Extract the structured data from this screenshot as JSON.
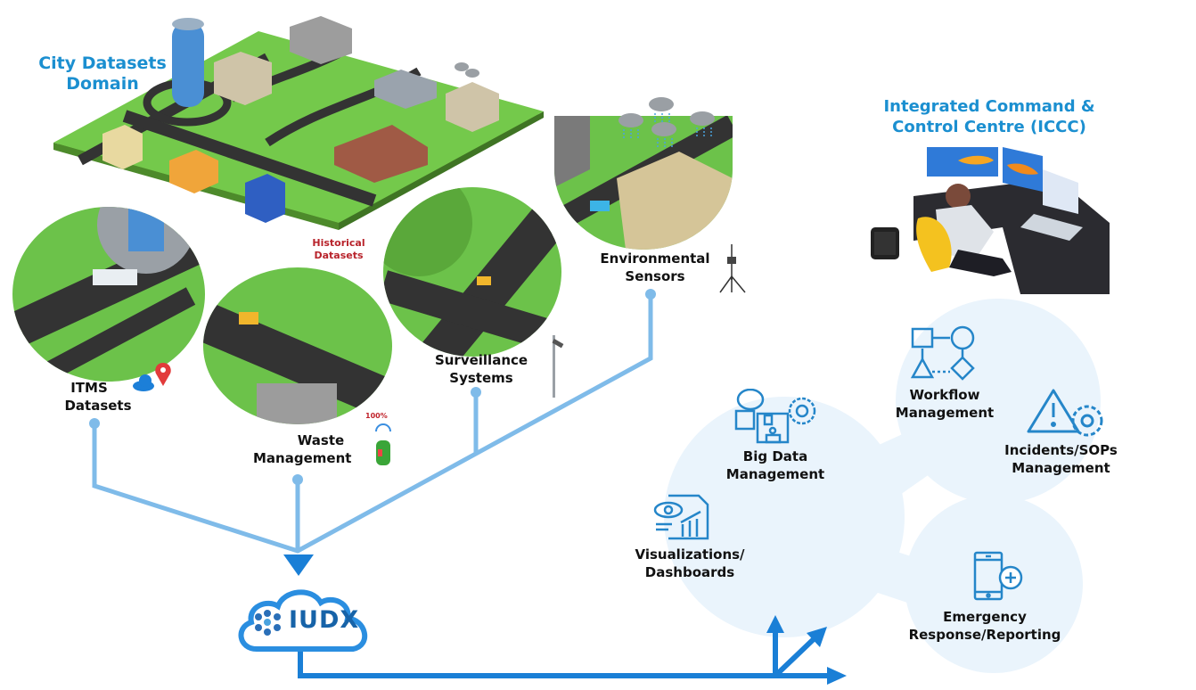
{
  "city_domain": {
    "title_line1": "City Datasets",
    "title_line2": "Domain",
    "historical_line1": "Historical",
    "historical_line2": "Datasets"
  },
  "sources": [
    {
      "id": "itms",
      "line1": "ITMS",
      "line2": "Datasets",
      "icon": "cloud-location-icon"
    },
    {
      "id": "waste",
      "line1": "Waste",
      "line2": "Management",
      "icon": "smart-bin-icon",
      "fill_label": "100%"
    },
    {
      "id": "surveillance",
      "line1": "Surveillance",
      "line2": "Systems",
      "icon": "cctv-pole-icon"
    },
    {
      "id": "environmental",
      "line1": "Environmental",
      "line2": "Sensors",
      "icon": "weather-station-icon"
    }
  ],
  "hub": {
    "name": "IUDX",
    "icon": "hexagon-cluster-icon"
  },
  "iccc": {
    "title_line1": "Integrated Command &",
    "title_line2": "Control Centre (ICCC)"
  },
  "modules": [
    {
      "id": "big-data",
      "line1": "Big Data",
      "line2": "Management",
      "icon": "big-data-icon"
    },
    {
      "id": "workflow",
      "line1": "Workflow",
      "line2": "Management",
      "icon": "workflow-icon"
    },
    {
      "id": "incidents",
      "line1": "Incidents/SOPs",
      "line2": "Management",
      "icon": "warning-gear-icon"
    },
    {
      "id": "visualizations",
      "line1": "Visualizations/",
      "line2": "Dashboards",
      "icon": "dashboard-icon"
    },
    {
      "id": "emergency",
      "line1": "Emergency",
      "line2": "Response/Reporting",
      "icon": "mobile-medical-icon"
    }
  ],
  "colors": {
    "title_blue": "#1b8fd0",
    "connector": "#7fbbe9",
    "arrow": "#1a7fd6",
    "hub_outline": "#2a8ee0",
    "bubble": "#eaf4fc",
    "historical_red": "#b8232b",
    "grass": "#6cc24a"
  }
}
